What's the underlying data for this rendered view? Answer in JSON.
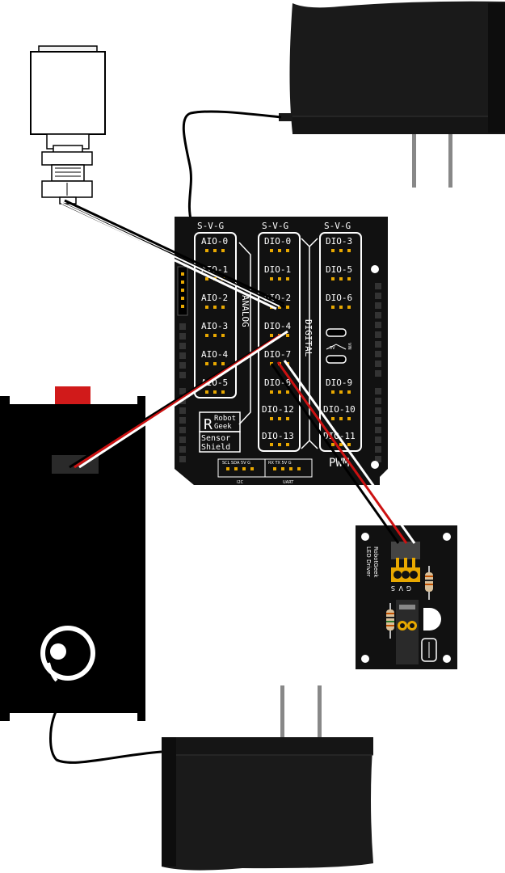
{
  "shield": {
    "header_labels": [
      "S-V-G",
      "S-V-G",
      "S-V-G"
    ],
    "analog_label": "ANALOG",
    "digital_label": "DIGITAL",
    "pwm_label": "PWM",
    "analog_pins": [
      "AIO-0",
      "AIO-1",
      "AIO-2",
      "AIO-3",
      "AIO-4",
      "AIO-5"
    ],
    "digital_pins_mid": [
      "DIO-0",
      "DIO-1",
      "DIO-2",
      "DIO-4",
      "DIO-7",
      "DIO-8",
      "DIO-12",
      "DIO-13"
    ],
    "digital_pins_right": [
      "DIO-3",
      "DIO-5",
      "DIO-6",
      "DIO-9",
      "DIO-10",
      "DIO-11"
    ],
    "logo_top": "Robot",
    "logo_bottom": "Geek",
    "logo_r": "R",
    "shield_line1": "Sensor",
    "shield_line2": "Shield",
    "i2c_label": "I2C",
    "i2c_pins": "SCL SDA 5V G",
    "uart_label": "UART",
    "uart_pins": "RX TX 5V G",
    "vin_label": "VIN",
    "v5_label": "5V"
  },
  "led_driver": {
    "title_line1": "RobotGeek",
    "title_line2": "LED Driver",
    "pin_labels": [
      "S",
      "V",
      "G"
    ]
  },
  "colors": {
    "board": "#111111",
    "enclosure": "#000000",
    "adapter": "#1a1a1a",
    "header_gold": "#e8a800",
    "wire_red": "#cc1111",
    "wire_white": "#ffffff",
    "wire_black": "#000000",
    "button_red": "#d11a1a"
  }
}
